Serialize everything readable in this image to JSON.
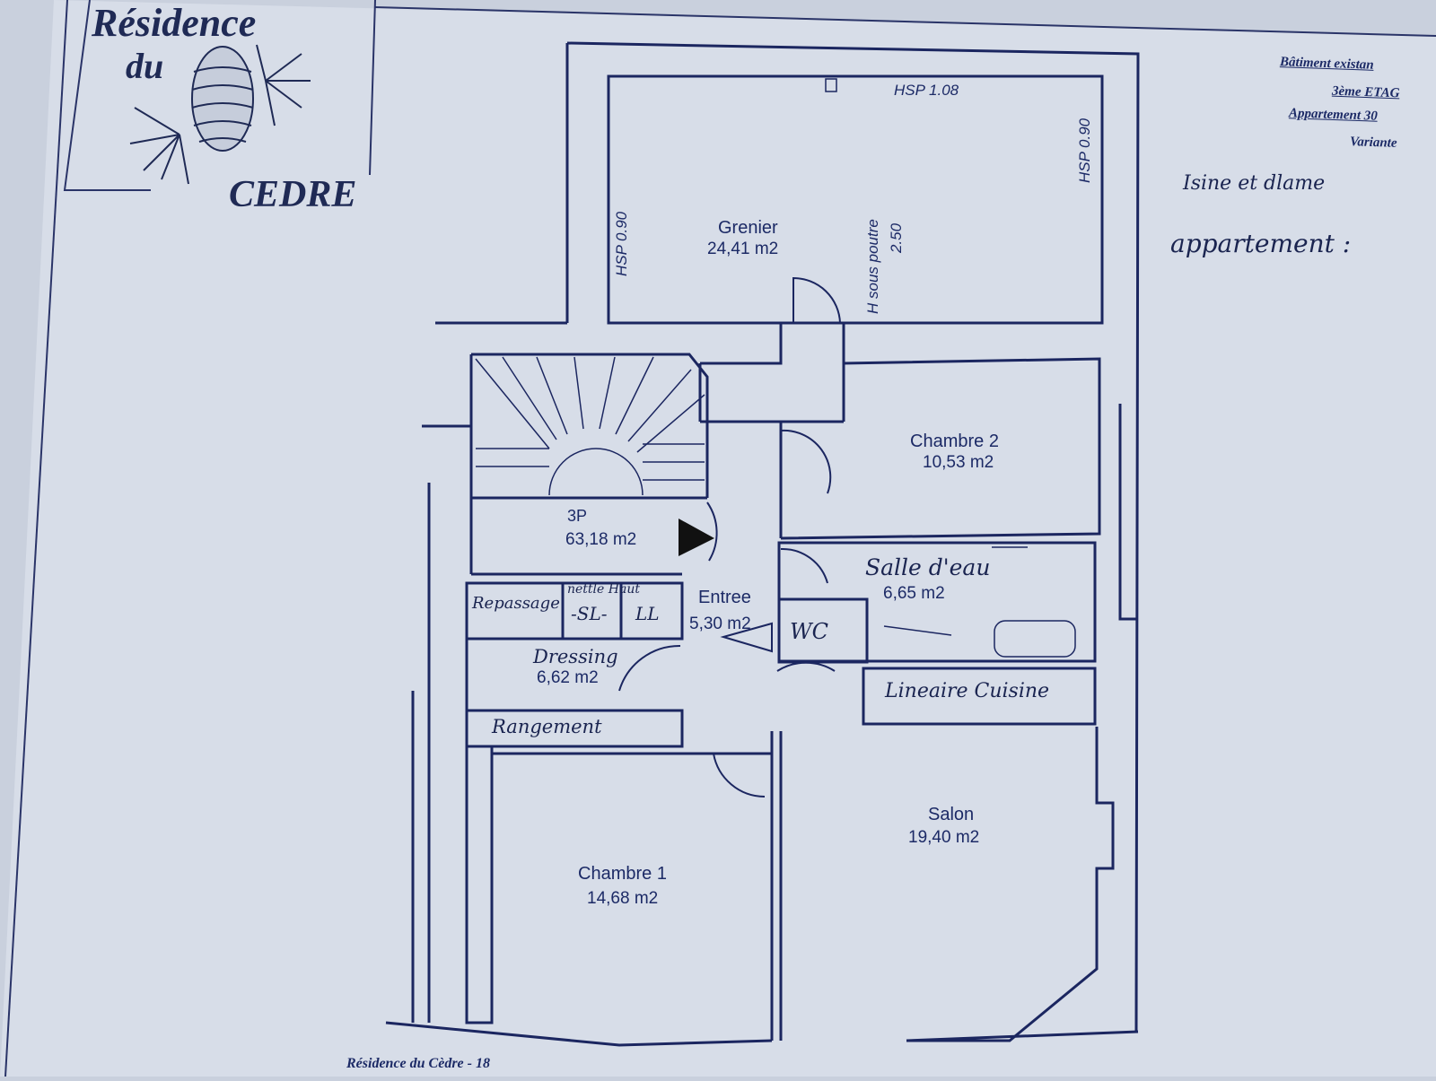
{
  "logo": {
    "line1": "Résidence",
    "line2": "du",
    "line3": "CEDRE"
  },
  "header": {
    "building": "Bâtiment existan",
    "floor": "3ème ETAG",
    "apartment": "Appartement 30",
    "variant": "Variante"
  },
  "handwritten_note": {
    "line1": "Isine et dlame",
    "line2": "appartement :"
  },
  "rooms": {
    "grenier": {
      "name": "Grenier",
      "area": "24,41 m2"
    },
    "chambre2": {
      "name": "Chambre 2",
      "area": "10,53 m2"
    },
    "total": {
      "name": "3P",
      "area": "63,18 m2"
    },
    "entree": {
      "name": "Entree",
      "area": "5,30 m2"
    },
    "salle_eau": {
      "name": "Salle d'eau",
      "area": "6,65 m2"
    },
    "wc": {
      "name": "WC"
    },
    "dressing": {
      "name": "Dressing",
      "area": "6,62 m2"
    },
    "salon": {
      "name": "Salon",
      "area": "19,40 m2"
    },
    "chambre1": {
      "name": "Chambre 1",
      "area": "14,68 m2"
    }
  },
  "heights": {
    "hsp_top": "HSP 1.08",
    "hsp_left": "HSP 0.90",
    "hsp_right": "HSP 0.90",
    "h_poutre_1": "H sous poutre",
    "h_poutre_2": "2.50"
  },
  "annotations": {
    "repassage": "Repassage",
    "haut": "nettle Haut",
    "sl": "-SL-",
    "ll": "LL",
    "rangement": "Rangement",
    "cuisine": "Lineaire Cuisine"
  },
  "footer": "Résidence du Cèdre - 18"
}
